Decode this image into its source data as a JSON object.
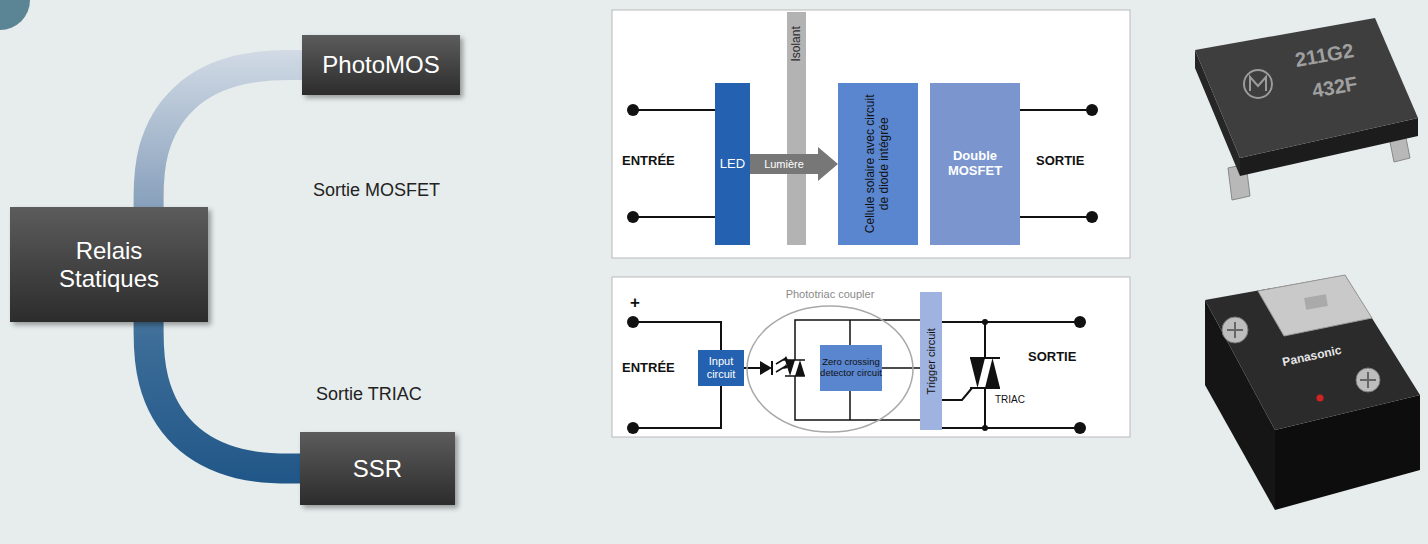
{
  "diagram": {
    "nodes": [
      {
        "text": [
          "Relais Statiques"
        ]
      },
      {
        "text": [
          "PhotoMOS"
        ]
      },
      {
        "text": [
          "SSR"
        ]
      },
      {
        "text": [
          "LED"
        ]
      },
      {
        "text": [
          "Isolant"
        ]
      },
      {
        "text": [
          "Cellule solaire avec circuit de diode intégrée"
        ]
      },
      {
        "text": [
          "Double MOSFET"
        ]
      },
      {
        "text": [
          "Input circuit"
        ]
      },
      {
        "text": [
          "Phototriac coupler"
        ]
      },
      {
        "text": [
          "Zero crossing detector circuit"
        ],
        "in": 8
      },
      {
        "text": [
          "Trigger circuit"
        ]
      }
    ],
    "edges": [
      {
        "from": 0,
        "to": 1,
        "arrow": "none"
      },
      {
        "from": 0,
        "to": 2,
        "arrow": "none"
      },
      {
        "from": 3,
        "to": 5,
        "label": "Lumière",
        "arrow": "to"
      },
      {
        "from": 9,
        "to": 10,
        "arrow": "none"
      }
    ],
    "labels": [
      "Sortie MOSFET",
      "Sortie TRIAC",
      "ENTRÉE",
      "SORTIE",
      "+",
      "ENTRÉE",
      "TRIAC",
      "SORTIE",
      "211G2",
      "432F",
      "Panasonic"
    ]
  }
}
